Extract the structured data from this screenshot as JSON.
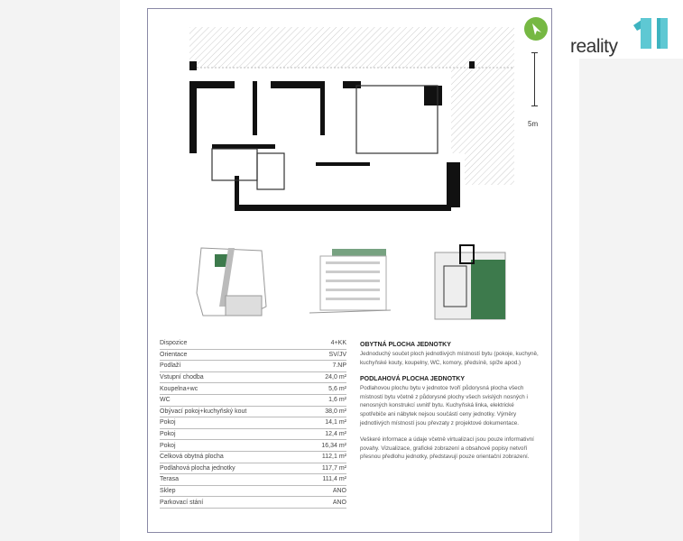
{
  "logo": {
    "text": "reality",
    "number": "11"
  },
  "scale_label": "5m",
  "table": [
    {
      "label": "Dispozice",
      "value": "4+KK"
    },
    {
      "label": "Orientace",
      "value": "SV/JV"
    },
    {
      "label": "Podlaží",
      "value": "7.NP"
    },
    {
      "label": "Vstupní chodba",
      "value": "24,0 m²"
    },
    {
      "label": "Koupelna+wc",
      "value": "5,6 m²"
    },
    {
      "label": "WC",
      "value": "1,6 m²"
    },
    {
      "label": "Obývací pokoj+kuchyňský kout",
      "value": "38,0 m²"
    },
    {
      "label": "Pokoj",
      "value": "14,1 m²"
    },
    {
      "label": "Pokoj",
      "value": "12,4 m²"
    },
    {
      "label": "Pokoj",
      "value": "16,34 m²"
    },
    {
      "label": "Celková obytná plocha",
      "value": "112,1 m²"
    },
    {
      "label": "Podlahová plocha jednotky",
      "value": "117,7 m²"
    },
    {
      "label": "Terasa",
      "value": "111,4 m²"
    },
    {
      "label": "Sklep",
      "value": "ANO"
    },
    {
      "label": "Parkovací stání",
      "value": "ANO"
    }
  ],
  "info": {
    "h1": "OBYTNÁ PLOCHA JEDNOTKY",
    "p1": "Jednoduchý součet ploch jednotlivých místností bytu (pokoje, kuchyně, kuchyňské kouty, koupelny, WC, komory, předsíně, spíže apod.)",
    "h2": "PODLAHOVÁ PLOCHA JEDNOTKY",
    "p2": "Podlahovou plochu bytu v jednotce tvoří půdorysná plocha všech místností bytu včetně z půdorysné plochy všech svislých nosných i nenosných konstrukcí uvnitř bytu. Kuchyňská linka, elektrické spotřebiče ani nábytek nejsou součástí ceny jednotky. Výměry jednotlivých místností jsou převzaty z projektové dokumentace.",
    "p3": "Veškeré informace a údaje včetně virtualizací jsou pouze informativní povahy. Vizualizace, grafické zobrazení a obsahové popisy netvoří přesnou předlohu jednotky, představují pouze orientační zobrazení."
  },
  "colors": {
    "accent_green": "#76b843",
    "logo_teal": "#5ec8d3",
    "frame": "#8a89a6",
    "plan_green": "#3d7a4c"
  }
}
